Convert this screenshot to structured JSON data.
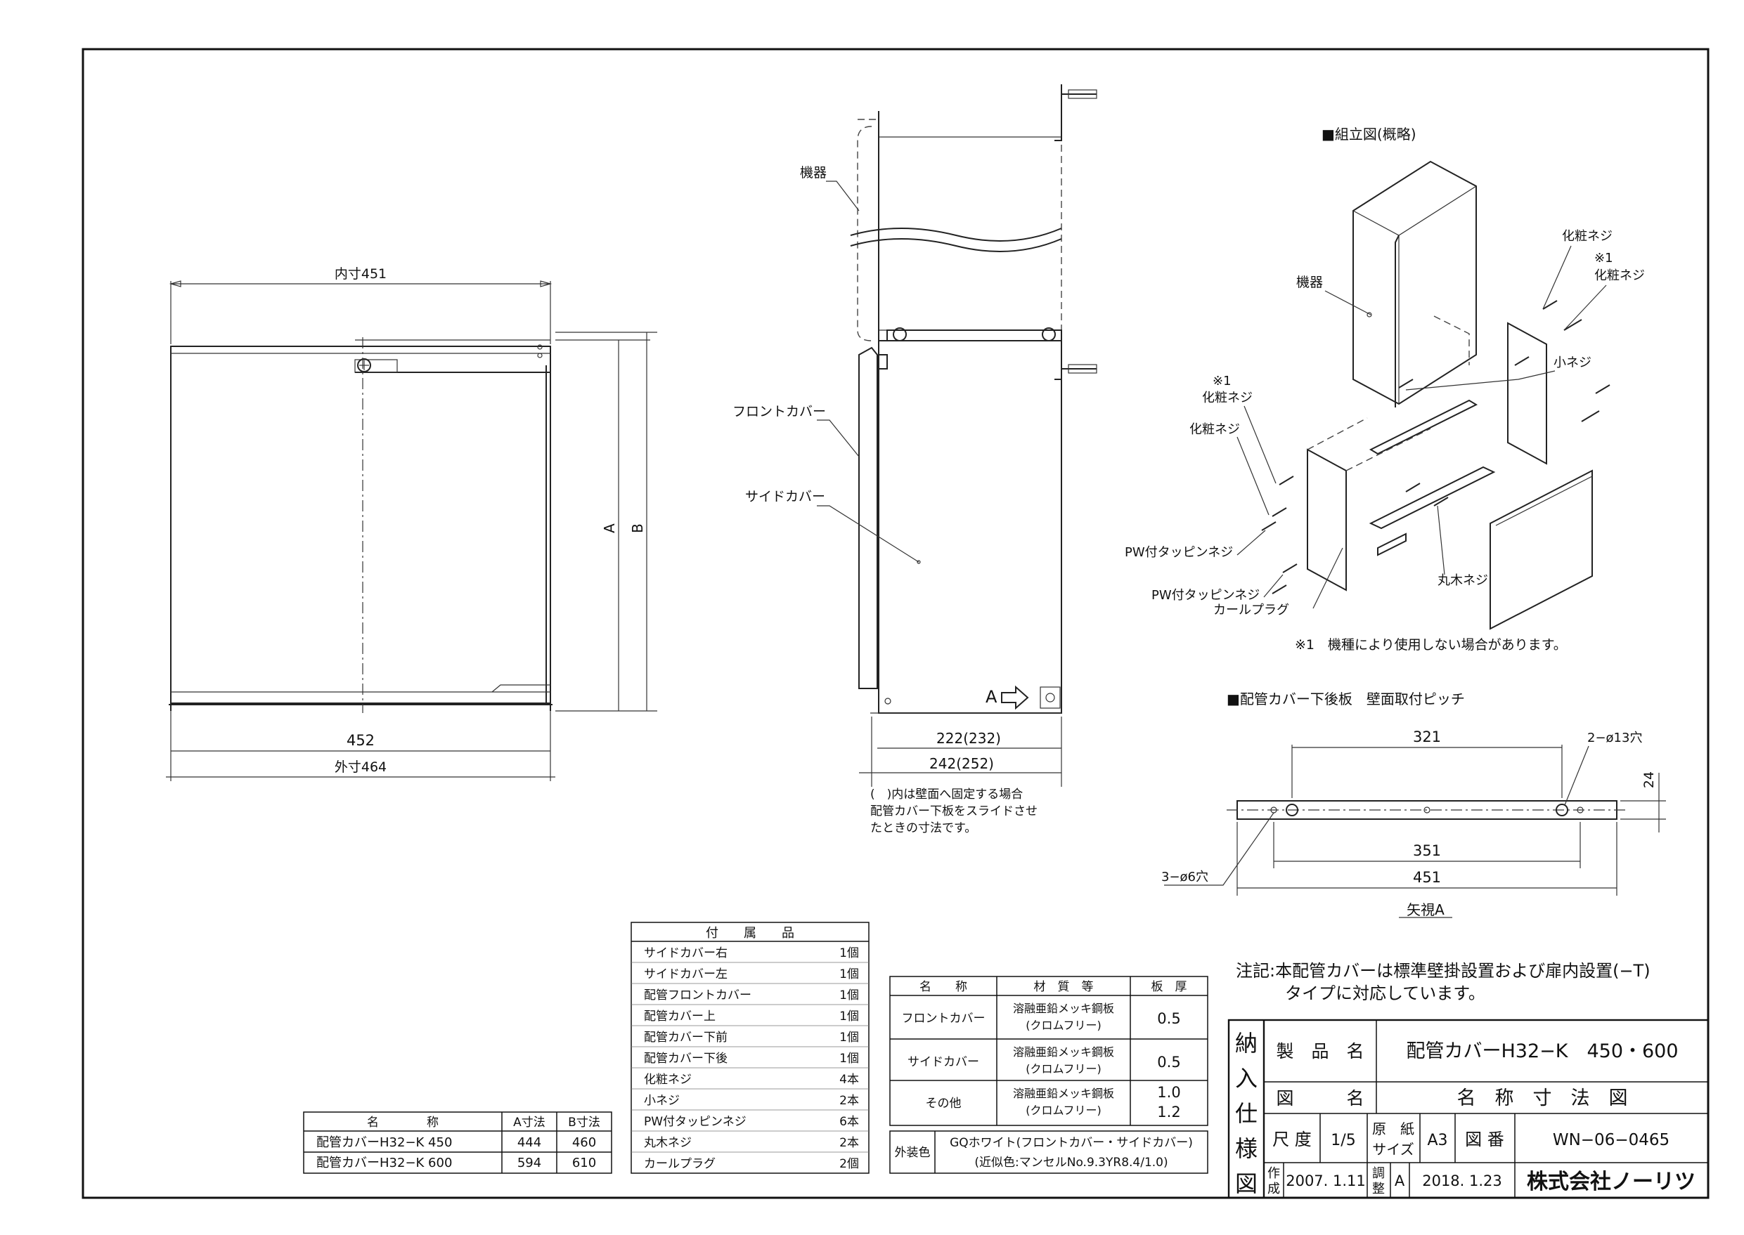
{
  "front_view": {
    "inner_width": "内寸451",
    "width_452": "452",
    "outer_width": "外寸464",
    "dim_a": "A",
    "dim_b": "B"
  },
  "side_view": {
    "label_device": "機器",
    "label_front_cover": "フロントカバー",
    "label_side_cover": "サイドカバー",
    "arrow_label": "A",
    "dim_222": "222(232)",
    "dim_242": "242(252)",
    "note_lines": [
      "(　)内は壁面へ固定する場合",
      "配管カバー下板をスライドさせ",
      "たときの寸法です。"
    ]
  },
  "assembly": {
    "title": "■組立図(概略)",
    "labels": {
      "device": "機器",
      "screw_cosmetic_1": "化粧ネジ",
      "note1_top": "※1",
      "screw_cosmetic_2": "化粧ネジ",
      "small_screw": "小ネジ",
      "note1_left": "※1",
      "screw_cosmetic_3": "化粧ネジ",
      "screw_cosmetic_4": "化粧ネジ",
      "pw_screw_1": "PW付タッピンネジ",
      "pw_screw_2": "PW付タッピンネジ",
      "curl_plug": "カールプラグ",
      "wood_screw": "丸木ネジ"
    },
    "footnote": "※1　機種により使用しない場合があります。"
  },
  "pitch_view": {
    "title": "■配管カバー下後板　壁面取付ピッチ",
    "dim_321": "321",
    "holes_13": "2−ø13穴",
    "dim_24": "24",
    "dim_351": "351",
    "dim_451": "451",
    "holes_6": "3−ø6穴",
    "view_label": "矢視A"
  },
  "size_table": {
    "headers": [
      "名　　　　称",
      "A寸法",
      "B寸法"
    ],
    "rows": [
      [
        "配管カバーH32−K 450",
        "444",
        "460"
      ],
      [
        "配管カバーH32−K 600",
        "594",
        "610"
      ]
    ]
  },
  "accessory_table": {
    "title": "付　　属　　品",
    "rows": [
      [
        "サイドカバー右",
        "1個"
      ],
      [
        "サイドカバー左",
        "1個"
      ],
      [
        "配管フロントカバー",
        "1個"
      ],
      [
        "配管カバー上",
        "1個"
      ],
      [
        "配管カバー下前",
        "1個"
      ],
      [
        "配管カバー下後",
        "1個"
      ],
      [
        "化粧ネジ",
        "4本"
      ],
      [
        "小ネジ",
        "2本"
      ],
      [
        "PW付タッピンネジ",
        "6本"
      ],
      [
        "丸木ネジ",
        "2本"
      ],
      [
        "カールプラグ",
        "2個"
      ]
    ]
  },
  "material_table": {
    "headers": [
      "名　　称",
      "材　質　等",
      "板　厚"
    ],
    "rows": [
      {
        "name": "フロントカバー",
        "mat1": "溶融亜鉛メッキ鋼板",
        "mat2": "(クロムフリー)",
        "t1": "0.5",
        "t2": ""
      },
      {
        "name": "サイドカバー",
        "mat1": "溶融亜鉛メッキ鋼板",
        "mat2": "(クロムフリー)",
        "t1": "0.5",
        "t2": ""
      },
      {
        "name": "その他",
        "mat1": "溶融亜鉛メッキ鋼板",
        "mat2": "(クロムフリー)",
        "t1": "1.0",
        "t2": "1.2"
      }
    ],
    "color_label": "外装色",
    "color_line1": "GQホワイト(フロントカバー・サイドカバー)",
    "color_line2": "(近似色:マンセルNo.9.3YR8.4/1.0)"
  },
  "notes": {
    "line1": "注記:本配管カバーは標準壁掛設置および扉内設置(−T)",
    "line2": "タイプに対応しています。"
  },
  "title_block": {
    "side_chars": [
      "納",
      "入",
      "仕",
      "様",
      "図"
    ],
    "product_label": "製　品　名",
    "product_name": "配管カバーH32−K　450・600",
    "drawing_label": "図　　　名",
    "drawing_name": "名　称　寸　法　図",
    "scale_label": "尺 度",
    "scale_value": "1/5",
    "paper_label_1": "原　紙",
    "paper_label_2": "サイズ",
    "paper_value": "A3",
    "number_label": "図 番",
    "number_value": "WN−06−0465",
    "created_label_1": "作",
    "created_label_2": "成",
    "created_date": "2007. 1.11",
    "adjust_label_1": "調",
    "adjust_label_2": "整",
    "revision": "A",
    "revised_date": "2018. 1.23",
    "company": "株式会社ノーリツ"
  }
}
